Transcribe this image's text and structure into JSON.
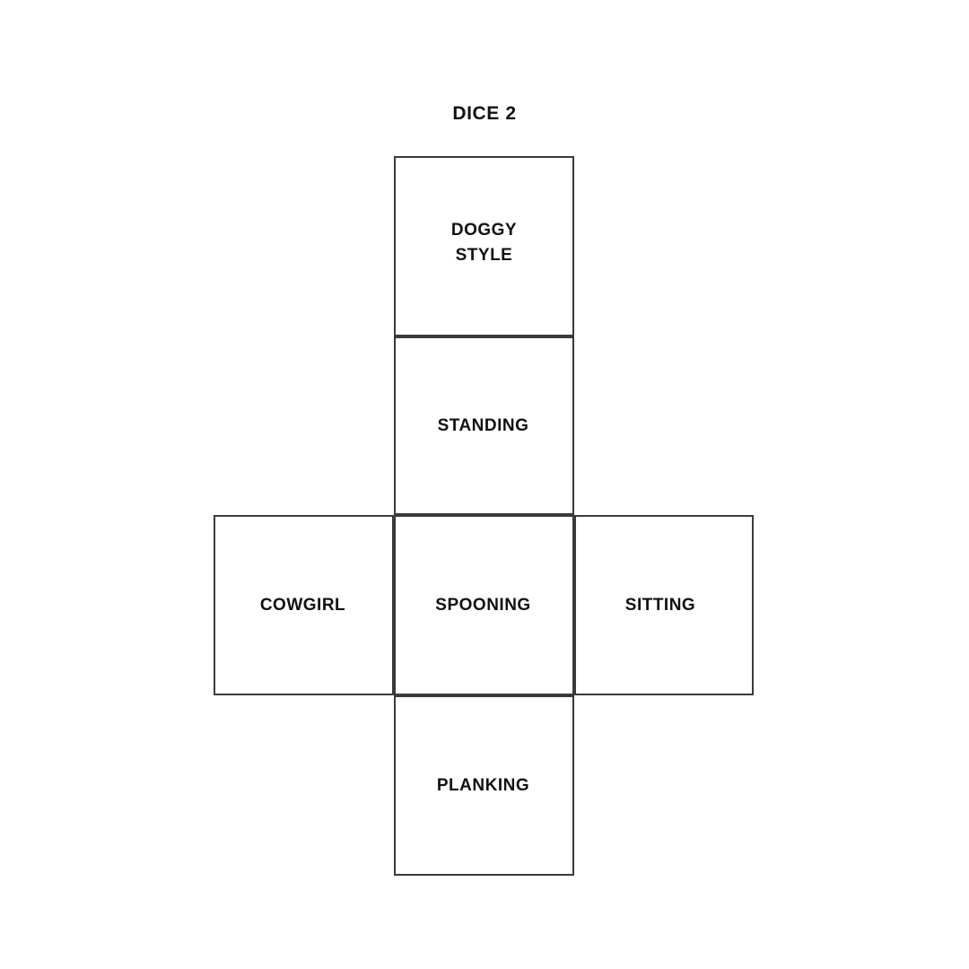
{
  "page": {
    "title": "DICE 2",
    "background_color": "#ffffff",
    "line_color": "#3a3a3a",
    "text_color": "#111111"
  },
  "net": {
    "shape": "cross",
    "faces": [
      {
        "id": "doggy-style",
        "label": "DOGGY\nSTYLE",
        "row": 1,
        "col": 2
      },
      {
        "id": "standing",
        "label": "STANDING",
        "row": 2,
        "col": 2
      },
      {
        "id": "cowgirl",
        "label": "COWGIRL",
        "row": 3,
        "col": 1
      },
      {
        "id": "spooning",
        "label": "SPOONING",
        "row": 3,
        "col": 2
      },
      {
        "id": "sitting",
        "label": "SITTING",
        "row": 3,
        "col": 3
      },
      {
        "id": "planking",
        "label": "PLANKING",
        "row": 4,
        "col": 2
      }
    ]
  }
}
